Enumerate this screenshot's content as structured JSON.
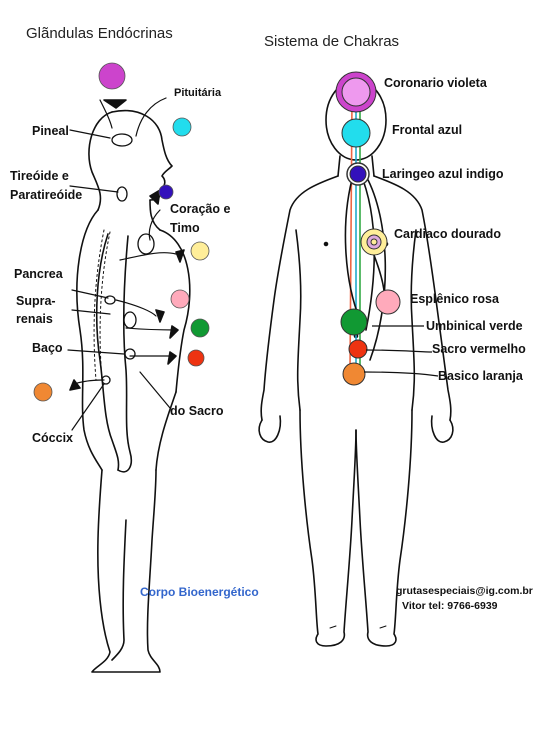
{
  "left_title": "Glãndulas Endócrinas",
  "right_title": "Sistema de Chakras",
  "caption": "Corpo Bioenergético",
  "credit": {
    "email": "grutasespeciais@ig.com.br",
    "phone": "Vitor  tel: 9766-6939"
  },
  "glands": {
    "pituitaria": "Pituitária",
    "pineal": "Pineal",
    "tireoide_1": "Tireóide e",
    "tireoide_2": "Paratireóide",
    "coracao_1": "Coração e",
    "coracao_2": "Timo",
    "pancrea": "Pancrea",
    "supra_1": "Supra-",
    "supra_2": "renais",
    "baco": "Baço",
    "sacro": "do Sacro",
    "coccix": "Cóccix"
  },
  "chakras": {
    "coronario": "Coronario  violeta",
    "frontal": "Frontal  azul",
    "laringeo": "Laringeo  azul indigo",
    "cardiaco": "Cardiaco  dourado",
    "esplenico": "Esplênico rosa",
    "umbilical": "Umbinical verde",
    "sacro": "Sacro vermelho",
    "basico": "Basico laranja"
  },
  "colors": {
    "violet_crown": "#cc44cc",
    "violet_center": "#ee99ee",
    "frontal_cyan": "#22dded",
    "laringeo_indigo": "#3311bb",
    "cardiaco_yellow": "#ffee99",
    "esplenico_pink": "#ffaabb",
    "umbilical_green": "#119933",
    "sacro_red": "#ee3311",
    "basico_orange": "#f08833",
    "caption_blue": "#3366cc"
  }
}
